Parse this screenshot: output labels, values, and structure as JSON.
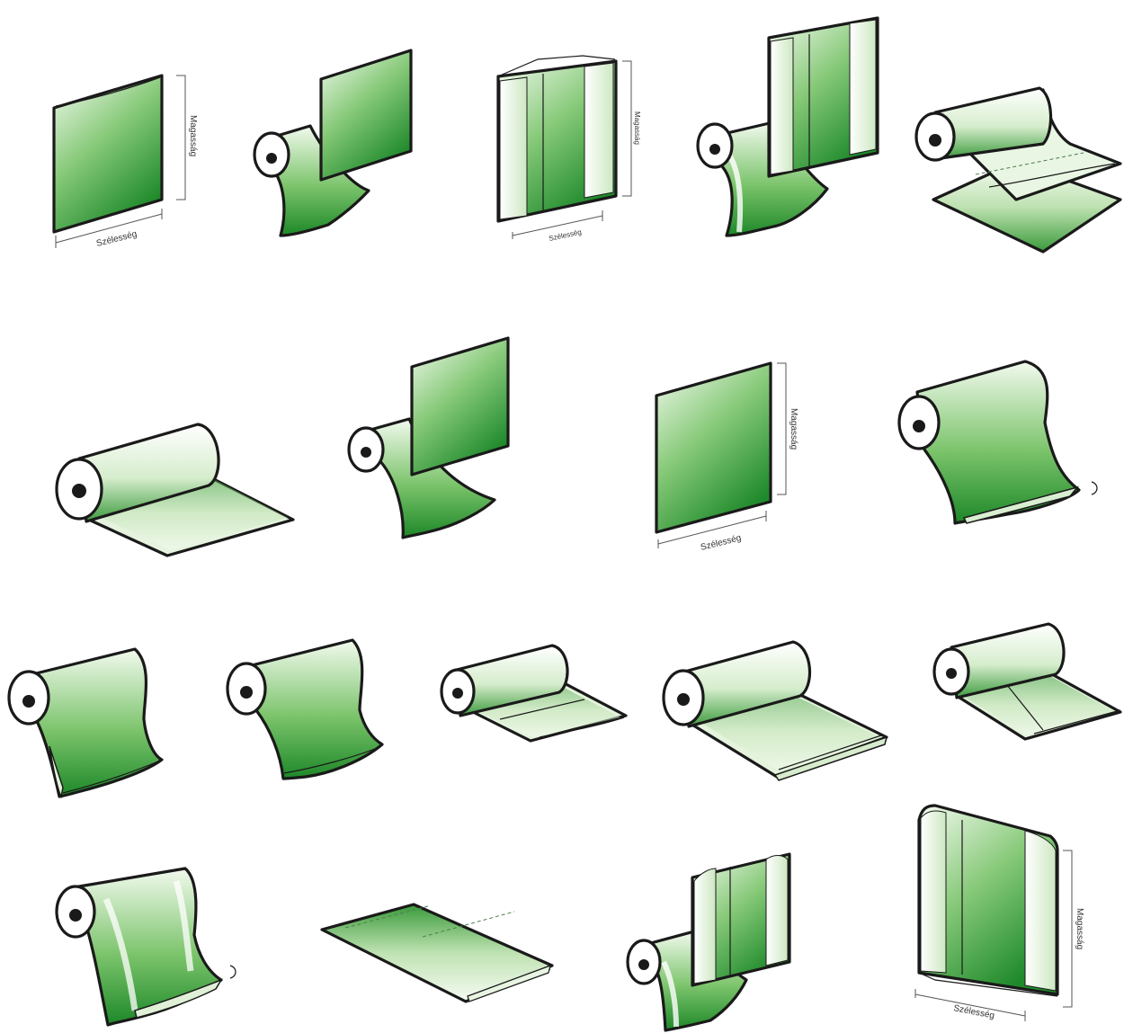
{
  "labels": {
    "width": "Szélesség",
    "height": "Magasság"
  },
  "colors": {
    "green_dark": "#1e8a2a",
    "green_mid": "#6cbf5a",
    "light": "#f3faef",
    "outline": "#1a1a1a",
    "background": "#ffffff"
  },
  "items": [
    {
      "name": "flat-bag-with-dimensions"
    },
    {
      "name": "bag-on-roll"
    },
    {
      "name": "side-gusset-bag-with-dimensions"
    },
    {
      "name": "side-gusset-bag-on-roll"
    },
    {
      "name": "folded-film-on-roll-perforated"
    },
    {
      "name": "flat-film-roll"
    },
    {
      "name": "sheet-on-roll"
    },
    {
      "name": "flat-sheet-with-dimensions"
    },
    {
      "name": "hanging-film-roll-with-fold"
    },
    {
      "name": "hanging-film-roll-folded-edge"
    },
    {
      "name": "hanging-film-roll"
    },
    {
      "name": "center-fold-film-roll"
    },
    {
      "name": "half-tube-film-roll"
    },
    {
      "name": "double-center-fold-film-roll"
    },
    {
      "name": "gusseted-tube-roll"
    },
    {
      "name": "perforated-flat-bag"
    },
    {
      "name": "side-gusset-bag-on-gusseted-roll"
    },
    {
      "name": "side-gusset-bag-front-with-dimensions"
    }
  ]
}
